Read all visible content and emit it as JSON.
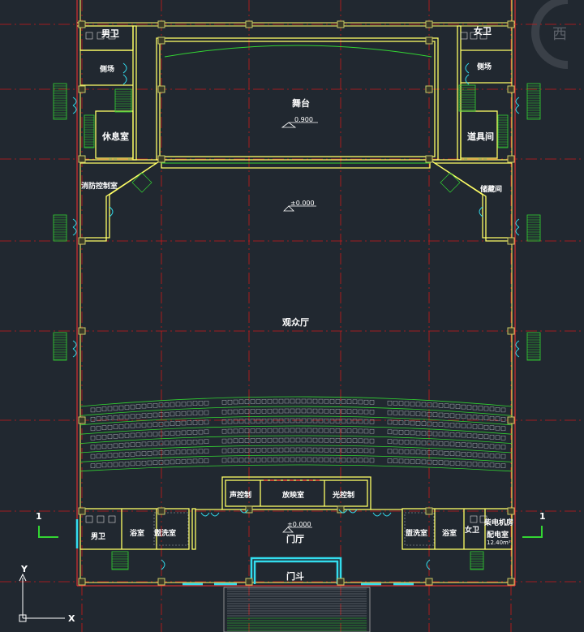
{
  "watermark": "西",
  "rooms": {
    "male_wc_top": "男卫",
    "female_wc_top": "女卫",
    "ramp_left": "侧场",
    "ramp_right": "侧场",
    "stage": "舞台",
    "lounge": "休息室",
    "props_room": "道具间",
    "fire_control": "消防控制室",
    "storage": "储藏间",
    "auditorium": "观众厅",
    "sound_control": "声控制",
    "projection": "放映室",
    "light_control": "光控制",
    "hall": "门厅",
    "vestibule": "门斗",
    "male_wc_bottom": "男卫",
    "bath_left": "浴室",
    "wash_left": "盥洗室",
    "wash_right": "盥洗室",
    "bath_right": "浴室",
    "female_wc_bottom": "女卫",
    "generator": "柴电机房",
    "power_room": "配电室",
    "area_note": "12.40m²"
  },
  "elevations": {
    "stage": "0.900",
    "pit": "±0.000",
    "hall": "±0.000"
  },
  "section_marks": {
    "left": "1",
    "right": "1"
  },
  "ucs": {
    "y_label": "Y",
    "x_label": "X"
  },
  "colors": {
    "background": "#212830",
    "wall": "#ffff66",
    "wall_outer": "#ff3030",
    "grid": "#cc1a1a",
    "seats": "#a8adb4",
    "rows": "#33d633",
    "stairs": "#33d633",
    "doors": "#33ddee",
    "columns": "#c8c866"
  }
}
